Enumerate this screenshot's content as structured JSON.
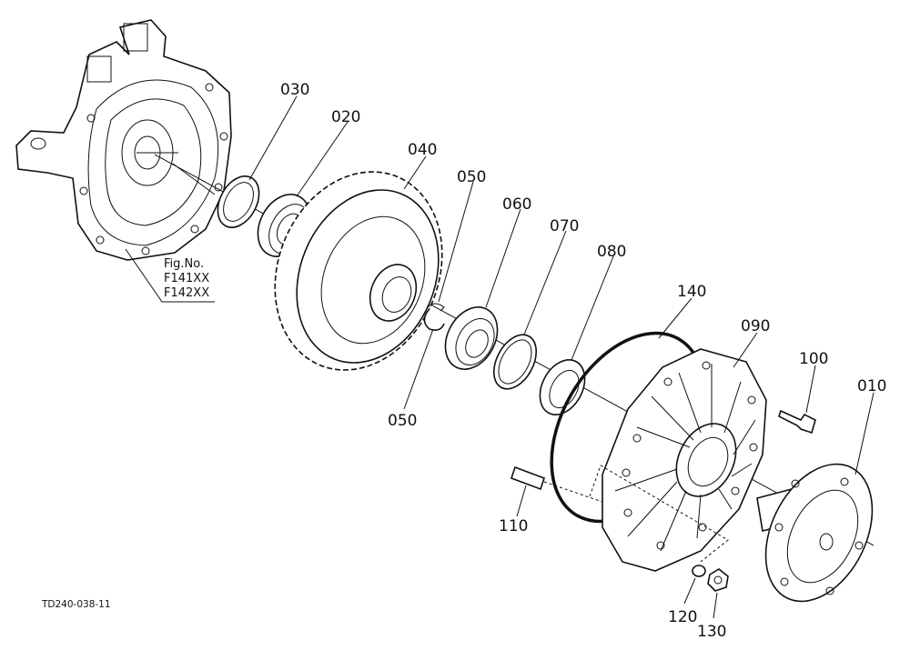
{
  "figure_ref": {
    "label": "Fig.No.",
    "codes": [
      "F141XX",
      "F142XX"
    ]
  },
  "document_code": "TD240-038-11",
  "callouts": [
    {
      "id": "030",
      "part": "oil-seal"
    },
    {
      "id": "020",
      "part": "ball-bearing"
    },
    {
      "id": "040",
      "part": "bevel-gear"
    },
    {
      "id": "050",
      "part": "snap-ring"
    },
    {
      "id": "060",
      "part": "ball-bearing"
    },
    {
      "id": "070",
      "part": "shim-ring"
    },
    {
      "id": "080",
      "part": "oil-seal"
    },
    {
      "id": "140",
      "part": "o-ring"
    },
    {
      "id": "090",
      "part": "hub-case"
    },
    {
      "id": "100",
      "part": "bolt"
    },
    {
      "id": "010",
      "part": "axle-flange"
    },
    {
      "id": "050",
      "part": "snap-ring"
    },
    {
      "id": "110",
      "part": "stud"
    },
    {
      "id": "120",
      "part": "spring-washer"
    },
    {
      "id": "130",
      "part": "nut"
    }
  ],
  "colors": {
    "line": "#111111",
    "background": "#ffffff"
  }
}
